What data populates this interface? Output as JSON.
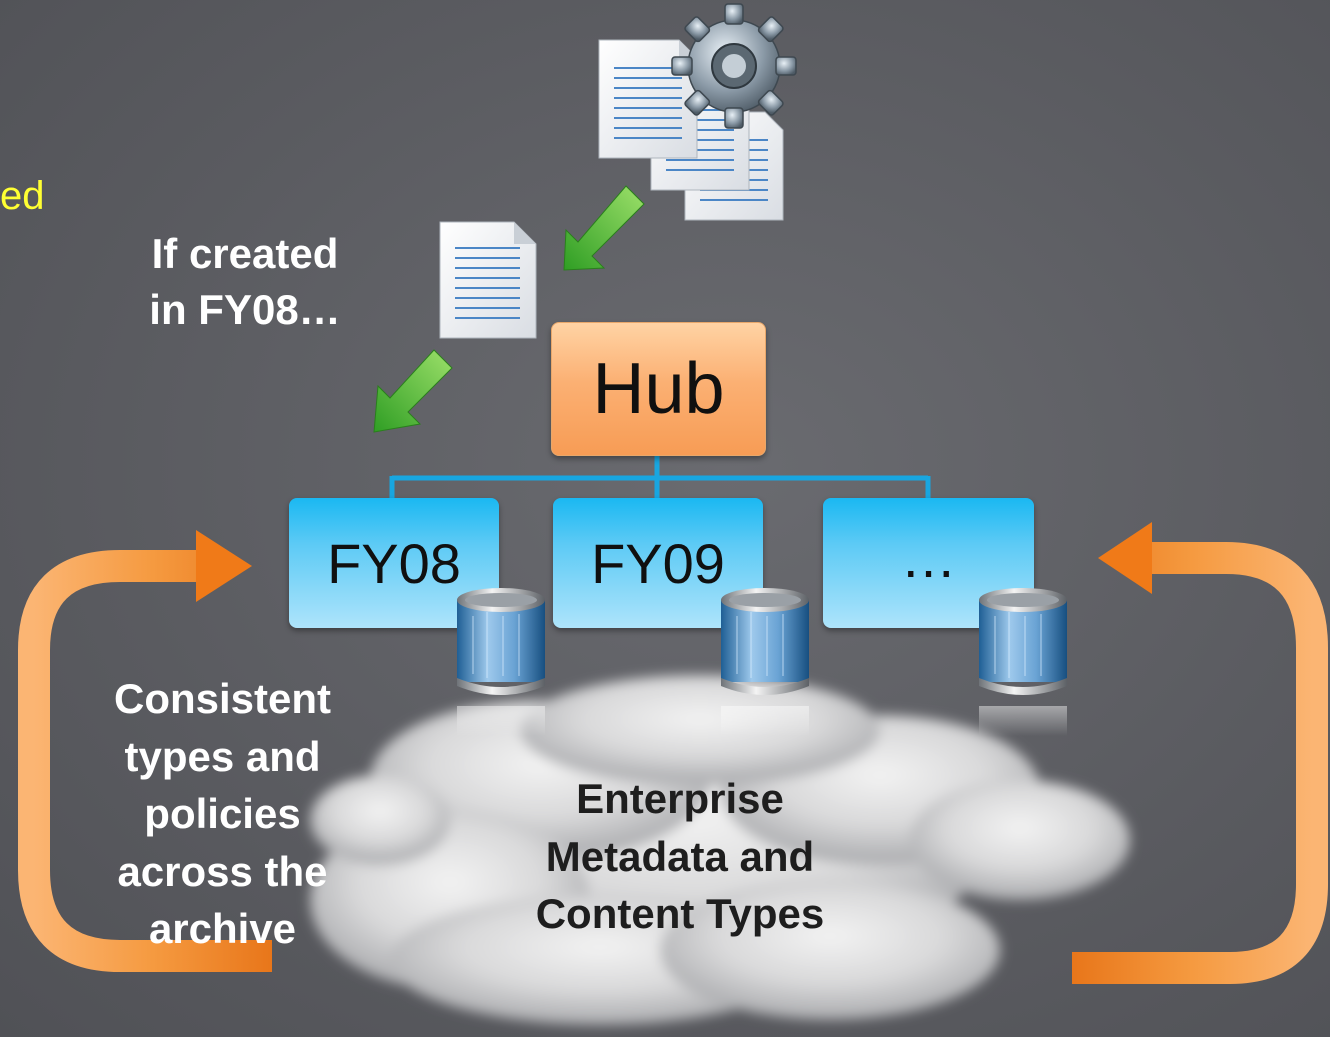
{
  "partial_text": "ed",
  "created_label": {
    "line1": "If created",
    "line2": "in FY08…"
  },
  "hub_label": "Hub",
  "sites": [
    {
      "label": "FY08"
    },
    {
      "label": "FY09"
    },
    {
      "label": "…"
    }
  ],
  "consistent_label": {
    "lines": [
      "Consistent",
      "types and",
      "policies",
      "across the",
      "archive"
    ]
  },
  "cloud_label": {
    "lines": [
      "Enterprise",
      "Metadata and",
      "Content Types"
    ]
  },
  "colors": {
    "background": "#5c5d62",
    "partial_text": "#ffff33",
    "hub_fill": "#fbb073",
    "site_fill": "#1ab8f2",
    "connector": "#18a6e0",
    "cycle_arrow": "#f07a18",
    "down_arrow": "#3fae2a"
  },
  "icons": [
    "document-stack-icon",
    "gear-icon",
    "document-icon",
    "down-left-arrow-icon",
    "database-icon",
    "cloud-icon",
    "cycle-arrow-icon"
  ]
}
